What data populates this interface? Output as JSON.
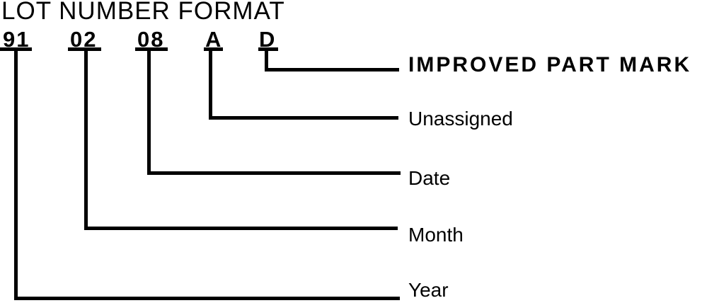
{
  "title": "LOT NUMBER FORMAT",
  "colors": {
    "ink": "#000000",
    "background": "#ffffff"
  },
  "segments": [
    {
      "code": "91",
      "label": "Year"
    },
    {
      "code": "02",
      "label": "Month"
    },
    {
      "code": "08",
      "label": "Date"
    },
    {
      "code": "A",
      "label": "Unassigned"
    },
    {
      "code": "D",
      "label": "IMPROVED PART MARK"
    }
  ]
}
